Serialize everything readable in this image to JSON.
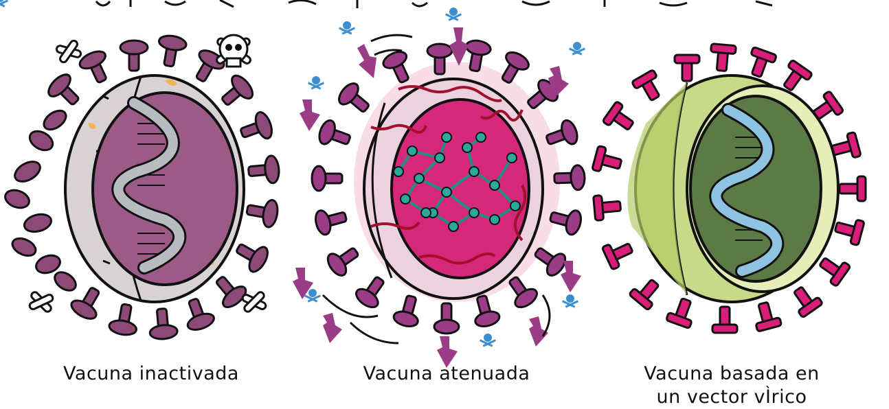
{
  "captions": {
    "inactivated": "Vacuna inactivada",
    "attenuated": "Vacuna atenuada",
    "vector_line1": "Vacuna basada en",
    "vector_line2": "un vector vÌrico"
  },
  "colors": {
    "outline": "#111111",
    "inactivated_shell": "#d8d2d4",
    "inactivated_core": "#9c5b86",
    "inactivated_spike": "#8d4a78",
    "attenuated_shell": "#ecd1df",
    "attenuated_core": "#d6287a",
    "attenuated_spike": "#9b3d86",
    "attenuated_network": "#2aa89a",
    "vector_shell": "#c9d98a",
    "vector_core": "#5c7a46",
    "vector_spike": "#d81e78",
    "dna": "#8fc3e2",
    "skull_blue": "#3b8fd0"
  },
  "icons": [
    "skull-icon",
    "crossbones-icon",
    "virus-spike-icon",
    "dna-helix-icon"
  ]
}
